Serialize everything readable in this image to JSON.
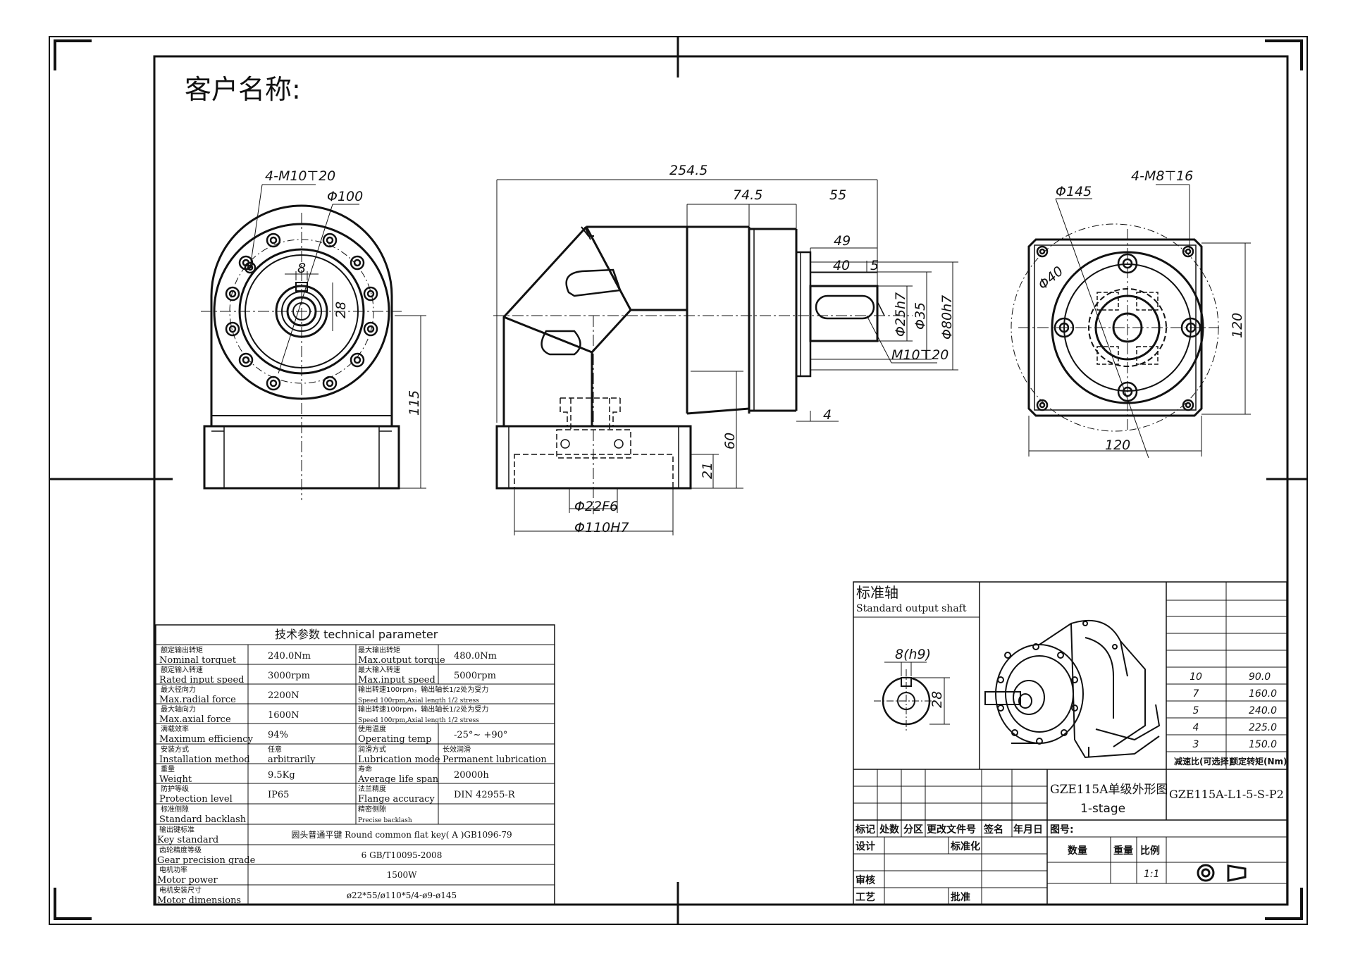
{
  "customer_label": "客户名称:",
  "dimensions": {
    "front_holes": "4-M10",
    "front_holes_depth": "20",
    "front_pcd": "Φ100",
    "front_key": "8",
    "front_key_height": "28",
    "front_height": "115",
    "total_length": "254.5",
    "len_74_5": "74.5",
    "len_55": "55",
    "len_49": "49",
    "len_40": "40",
    "len_5": "5",
    "shaft_d": "Φ25h7",
    "spigot_d35": "Φ35",
    "spigot_d80": "Φ80h7",
    "shaft_thread": "M10",
    "shaft_thread_depth": "20",
    "len_4": "4",
    "height_60": "60",
    "height_21": "21",
    "motor_shaft": "Φ22F6",
    "motor_spigot": "Φ110H7",
    "right_pcd": "Φ145",
    "right_holes": "4-M8",
    "right_holes_depth": "16",
    "right_small_circle": "Φ40",
    "right_height": "120",
    "right_width": "120"
  },
  "tech_table": {
    "title": "技术参数  technical parameter",
    "rows": [
      {
        "cn1": "额定输出转矩",
        "en1": "Nominal torquet",
        "v1": "240.0Nm",
        "cn2": "最大输出转矩",
        "en2": "Max.output torque",
        "v2": "480.0Nm"
      },
      {
        "cn1": "额定输入转速",
        "en1": "Rated input speed",
        "v1": "3000rpm",
        "cn2": "最大输入转速",
        "en2": "Max.input speed",
        "v2": "5000rpm"
      },
      {
        "cn1": "最大径向力",
        "en1": "Max.radial force",
        "v1": "2200N",
        "cn2": "输出转速100rpm，输出轴长1/2处为受力",
        "en2": "Speed 100rpm,Axial length 1/2 stress",
        "v2": ""
      },
      {
        "cn1": "最大轴向力",
        "en1": "Max.axial force",
        "v1": "1600N",
        "cn2": "输出转速100rpm，输出轴长1/2处为受力",
        "en2": "Speed 100rpm,Axial length 1/2 stress",
        "v2": ""
      },
      {
        "cn1": "满载效率",
        "en1": "Maximum efficiency",
        "v1": "94%",
        "cn2": "使用温度",
        "en2": "Operating temp",
        "v2": "-25°~ +90°"
      },
      {
        "cn1": "安装方式",
        "en1": "Installation method",
        "v1": "arbitrarily",
        "v1cn": "任意",
        "cn2": "润滑方式",
        "en2": "Lubrication mode",
        "v2": "Permanent lubrication",
        "v2cn": "长效润滑"
      },
      {
        "cn1": "重量",
        "en1": "Weight",
        "v1": "9.5Kg",
        "cn2": "寿命",
        "en2": "Average life span",
        "v2": "20000h"
      },
      {
        "cn1": "防护等级",
        "en1": "Protection level",
        "v1": "IP65",
        "cn2": "法兰精度",
        "en2": "Flange accuracy",
        "v2": "DIN 42955-R"
      },
      {
        "cn1": "标准侧隙",
        "en1": "Standard backlash",
        "v1": "",
        "cn2": "精密侧隙",
        "en2": "Precise backlash",
        "v2": ""
      }
    ],
    "wide_rows": [
      {
        "cn": "输出键标准",
        "en": "Key standard",
        "v": "圆头普通平键  Round common flat key( A )GB1096-79"
      },
      {
        "cn": "齿轮精度等级",
        "en": "Gear precision grade",
        "v": "6 GB/T10095-2008"
      },
      {
        "cn": "电机功率",
        "en": "Motor power",
        "v": "1500W"
      },
      {
        "cn": "电机安装尺寸",
        "en": "Motor  dimensions",
        "v": "ø22*55/ø110*5/4-ø9-ø145"
      }
    ]
  },
  "shaft_box": {
    "title_cn": "标准轴",
    "title_en": "Standard output shaft",
    "key_width": "8(h9)",
    "key_height": "28"
  },
  "ratio_table": {
    "header_ratio": "减速比(可选择)",
    "header_torque": "额定转矩(Nm)",
    "rows": [
      {
        "ratio": "10",
        "torque": "90.0"
      },
      {
        "ratio": "7",
        "torque": "160.0"
      },
      {
        "ratio": "5",
        "torque": "240.0"
      },
      {
        "ratio": "4",
        "torque": "225.0"
      },
      {
        "ratio": "3",
        "torque": "150.0"
      }
    ]
  },
  "title_block": {
    "name_line1": "GZE115A单级外形图",
    "name_line2": "1-stage",
    "model": "GZE115A-L1-5-S-P2",
    "col_biaoji": "标记",
    "col_chushu": "处数",
    "col_fenqu": "分区",
    "col_genggai": "更改文件号",
    "col_qianming": "签名",
    "col_nianyueri": "年月日",
    "sheji": "设计",
    "biaozhunhua": "标准化",
    "shenhe": "审核",
    "gongyi": "工艺",
    "pizhun": "批准",
    "tuhao": "图号:",
    "shuliang": "数量",
    "zhongliang": "重量",
    "bili": "比例",
    "scale": "1:1"
  }
}
